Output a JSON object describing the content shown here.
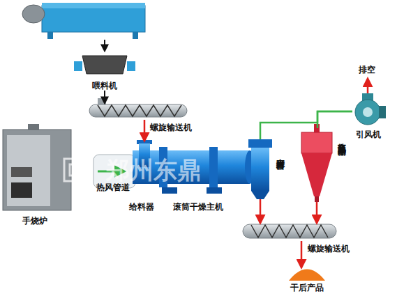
{
  "diagram": {
    "nodes": [
      {
        "text": [
          "喂料机"
        ]
      },
      {
        "text": [
          "螺旋输送机"
        ]
      },
      {
        "text": [
          "手烧炉"
        ]
      },
      {
        "text": [
          "热风管道"
        ]
      },
      {
        "text": [
          "给料器"
        ]
      },
      {
        "text": [
          "滚筒干燥主机"
        ]
      },
      {
        "text": [
          "密封排料器"
        ]
      },
      {
        "text": [
          "高效旋风除尘器"
        ]
      },
      {
        "text": [
          "引风机"
        ]
      },
      {
        "text": [
          "螺旋输送机"
        ]
      },
      {
        "text": [
          "干后产品"
        ]
      }
    ],
    "edges": [
      {
        "from": 0,
        "to": 1,
        "arrow": "to"
      },
      {
        "from": 1,
        "to": 4,
        "arrow": "to"
      },
      {
        "from": 6,
        "to": 8,
        "arrow": "none"
      },
      {
        "from": 7,
        "to": 8,
        "arrow": "none"
      },
      {
        "from": 6,
        "to": 9,
        "arrow": "to"
      },
      {
        "from": 7,
        "to": 9,
        "arrow": "to"
      },
      {
        "from": 9,
        "to": 10,
        "arrow": "to"
      }
    ],
    "labels": [
      "排空",
      "郑州东鼎"
    ]
  }
}
